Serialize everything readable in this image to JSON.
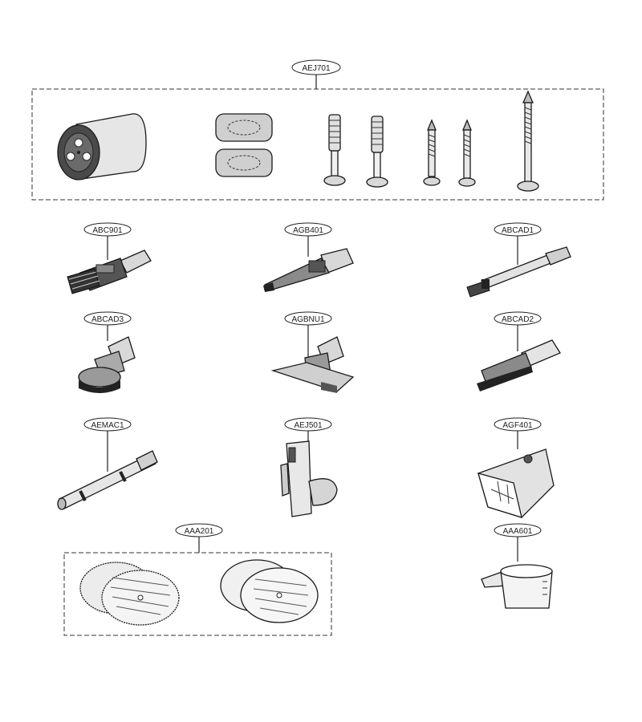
{
  "labels": {
    "aej701": "AEJ701",
    "abc901": "ABC901",
    "agb401": "AGB401",
    "abcad1": "ABCAD1",
    "abcad3": "ABCAD3",
    "agbnu1": "AGBNU1",
    "abcad2": "ABCAD2",
    "aemac1": "AEMAC1",
    "aej501": "AEJ501",
    "agf401": "AGF401",
    "aaa201": "AAA201",
    "aaa601": "AAA601"
  }
}
